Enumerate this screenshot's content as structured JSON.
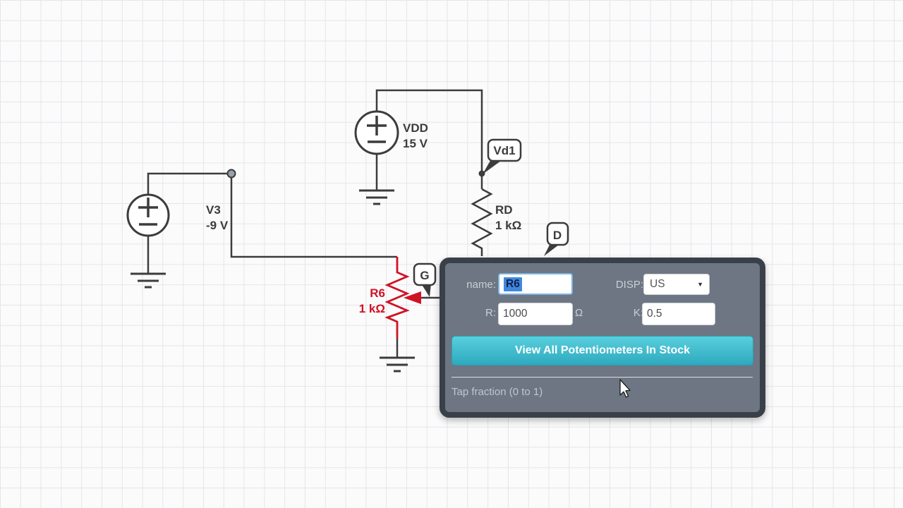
{
  "canvas": {
    "background": "#fbfbfc",
    "grid_color": "#e6e6eb"
  },
  "circuit": {
    "wire_color": "#3c3c3c",
    "selected_color": "#d01225",
    "components": {
      "vdd": {
        "name": "VDD",
        "value": "15 V"
      },
      "v3": {
        "name": "V3",
        "value": "-9 V"
      },
      "rd": {
        "name": "RD",
        "value": "1 kΩ"
      },
      "r6": {
        "name": "R6",
        "value": "1 kΩ"
      }
    },
    "node_labels": {
      "drain_voltage": "Vd1",
      "drain": "D",
      "gate": "G"
    }
  },
  "dialog": {
    "name_label": "name:",
    "name_value": "R6",
    "disp_label": "DISP:",
    "disp_value": "US",
    "dropdown_arrow": "▼",
    "r_label": "R:",
    "r_value": "1000",
    "r_unit": "Ω",
    "k_label": "K:",
    "k_value": "0.5",
    "button_label": "View All Potentiometers In Stock",
    "help_text": "Tap fraction (0 to 1)",
    "accent_color": "#3bb4c9"
  }
}
